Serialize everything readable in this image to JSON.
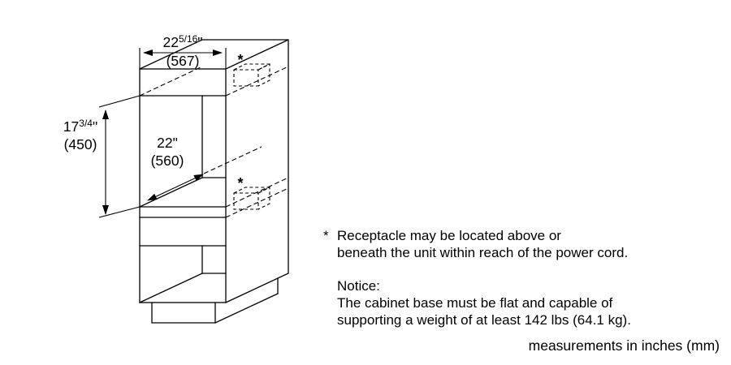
{
  "app": {
    "background": "#ffffff",
    "line_color": "#000000"
  },
  "diagram": {
    "width_dim": {
      "inches_whole": "22",
      "inches_frac": "5/16",
      "inches_unit": "\"",
      "mm": "(567)"
    },
    "height_dim": {
      "inches_whole": "17",
      "inches_frac": "3/4",
      "inches_unit": "\"",
      "mm": "(450)"
    },
    "depth_dim": {
      "inches": "22\"",
      "mm": "(560)"
    },
    "receptacle_marker_top": "*",
    "receptacle_marker_bottom": "*"
  },
  "notes": {
    "receptacle": {
      "marker": "*",
      "line1": "Receptacle may be located above or",
      "line2": "beneath the unit within reach of the power cord."
    },
    "notice": {
      "title": "Notice:",
      "line1": "The cabinet base must be flat and capable of",
      "line2": "supporting a weight of at least 142 lbs (64.1 kg)."
    },
    "footer": "measurements in inches (mm)"
  }
}
